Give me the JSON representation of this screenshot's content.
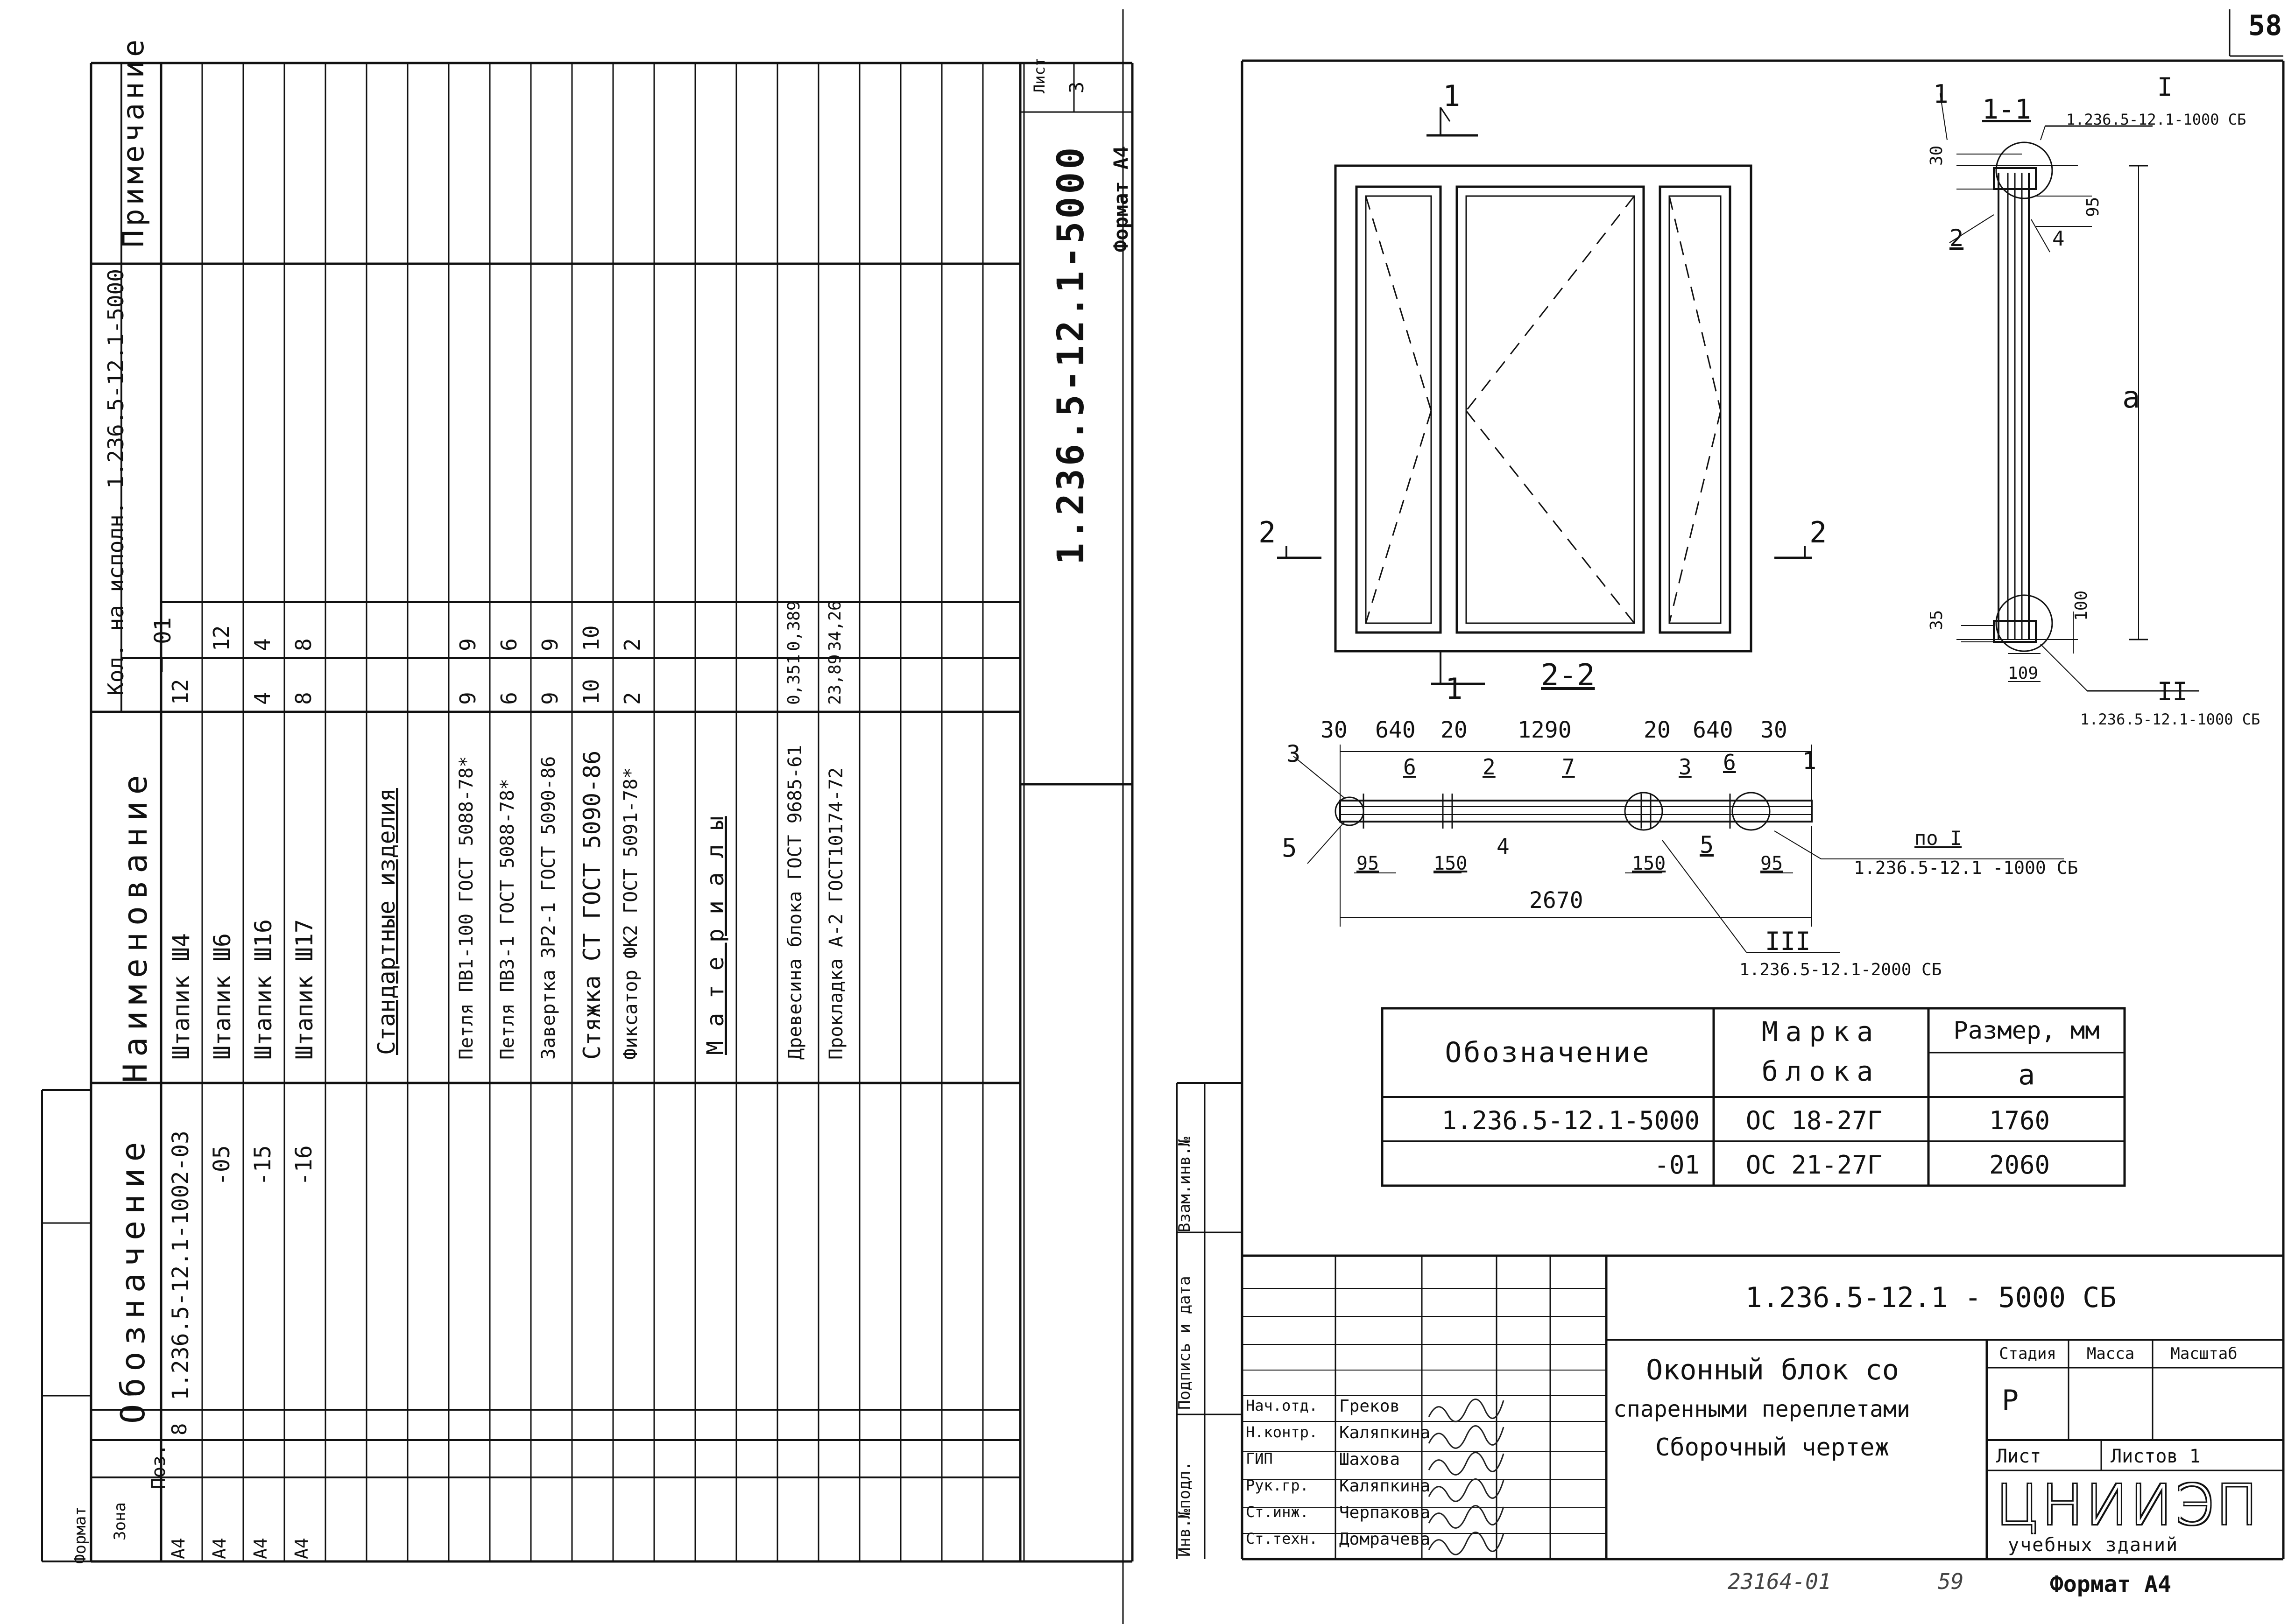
{
  "page_number_top": "58",
  "left_sheet": {
    "headers": {
      "format_col": "Формат",
      "zone_col": "Зона",
      "pos_col": "Поз.",
      "designation": "Обозначение",
      "name": "Наименование",
      "qty_group": "Кол. на исполн. 1.236.5-12.1-5000",
      "qty_minus": "–",
      "qty_01": "01",
      "note": "Примечание"
    },
    "rows": [
      {
        "fmt": "А4",
        "pos": "8",
        "designation": "1.236.5-12.1-1002-03",
        "name": "Штапик Ш4",
        "q1": "12",
        "q2": ""
      },
      {
        "fmt": "А4",
        "pos": "",
        "designation": "-05",
        "name": "Штапик Ш6",
        "q1": "",
        "q2": "12"
      },
      {
        "fmt": "А4",
        "pos": "",
        "designation": "-15",
        "name": "Штапик Ш16",
        "q1": "4",
        "q2": "4"
      },
      {
        "fmt": "А4",
        "pos": "",
        "designation": "-16",
        "name": "Штапик Ш17",
        "q1": "8",
        "q2": "8"
      },
      {
        "fmt": "",
        "pos": "",
        "designation": "",
        "name": "",
        "q1": "",
        "q2": ""
      },
      {
        "fmt": "",
        "pos": "",
        "designation": "",
        "name": "Стандартные изделия",
        "q1": "",
        "q2": "",
        "underline": true
      },
      {
        "fmt": "",
        "pos": "",
        "designation": "",
        "name": "",
        "q1": "",
        "q2": ""
      },
      {
        "fmt": "",
        "pos": "",
        "designation": "",
        "name": "Петля ПВ1-100 ГОСТ 5088-78*",
        "q1": "9",
        "q2": "9"
      },
      {
        "fmt": "",
        "pos": "",
        "designation": "",
        "name": "Петля ПВ3-1 ГОСТ 5088-78*",
        "q1": "6",
        "q2": "6"
      },
      {
        "fmt": "",
        "pos": "",
        "designation": "",
        "name": "Завертка ЗР2-1 ГОСТ 5090-86",
        "q1": "9",
        "q2": "9"
      },
      {
        "fmt": "",
        "pos": "",
        "designation": "",
        "name": "Стяжка СТ ГОСТ 5090-86",
        "q1": "10",
        "q2": "10"
      },
      {
        "fmt": "",
        "pos": "",
        "designation": "",
        "name": "Фиксатор ФК2 ГОСТ 5091-78*",
        "q1": "2",
        "q2": "2"
      },
      {
        "fmt": "",
        "pos": "",
        "designation": "",
        "name": "",
        "q1": "",
        "q2": ""
      },
      {
        "fmt": "",
        "pos": "",
        "designation": "",
        "name": "М а т е р и а л ы",
        "q1": "",
        "q2": "",
        "underline": true
      },
      {
        "fmt": "",
        "pos": "",
        "designation": "",
        "name": "",
        "q1": "",
        "q2": ""
      },
      {
        "fmt": "",
        "pos": "",
        "designation": "",
        "name": "Древесина блока ГОСТ 9685-61",
        "q1": "0,351",
        "q2": "0,389"
      },
      {
        "fmt": "",
        "pos": "",
        "designation": "",
        "name": "Прокладка А-2 ГОСТ10174-72",
        "q1": "23,89",
        "q2": "34,26"
      },
      {
        "fmt": "",
        "pos": "",
        "designation": "",
        "name": "",
        "q1": "",
        "q2": ""
      },
      {
        "fmt": "",
        "pos": "",
        "designation": "",
        "name": "",
        "q1": "",
        "q2": ""
      },
      {
        "fmt": "",
        "pos": "",
        "designation": "",
        "name": "",
        "q1": "",
        "q2": ""
      },
      {
        "fmt": "",
        "pos": "",
        "designation": "",
        "name": "",
        "q1": "",
        "q2": ""
      }
    ],
    "stamp_designation": "1.236.5-12.1-5000",
    "sheet_label": "Лист",
    "sheet_number": "3",
    "format_label": "Формат А4"
  },
  "right_sheet": {
    "side_labels": [
      "Инв.№подл.",
      "Подпись и дата",
      "Взам.инв.№"
    ],
    "drawing": {
      "section_1_label": "1",
      "section_2_label": "2",
      "section_2_2_title": "2-2",
      "section_1_1_title": "1-1",
      "detail_I_label": "I",
      "detail_I_ref": "1.236.5-12.1-1000 СБ",
      "detail_II_label": "II",
      "detail_II_ref": "1.236.5-12.1-1000 СБ",
      "detail_III_label": "III",
      "detail_III_ref": "1.236.5-12.1-2000 СБ",
      "po_I_label": "по I",
      "po_I_ref": "1.236.5-12.1 -1000 СБ",
      "dim_a": "a",
      "dims_side": [
        "30",
        "95",
        "35",
        "100",
        "109"
      ],
      "dims_plan_top": [
        "30",
        "640",
        "20",
        "1290",
        "20",
        "640",
        "30"
      ],
      "dims_plan_bottom": [
        "95",
        "150",
        "150",
        "95"
      ],
      "dim_total": "2670",
      "callouts": [
        "1",
        "2",
        "3",
        "4",
        "5",
        "6",
        "7"
      ]
    },
    "variant_table": {
      "col1": "Обозначение",
      "col2_line1": "Марка",
      "col2_line2": "блока",
      "col3": "Размер, мм",
      "col3_sub": "a",
      "rows": [
        {
          "des": "1.236.5-12.1-5000",
          "mark": "ОС 18-27Г",
          "size": "1760"
        },
        {
          "des": "-01",
          "mark": "ОС 21-27Г",
          "size": "2060"
        }
      ]
    },
    "title_block": {
      "designation": "1.236.5-12.1 - 5000 СБ",
      "title_line1": "Оконный блок со",
      "title_line2": "спаренными переплетами",
      "title_line3": "Сборочный чертеж",
      "stage_label": "Стадия",
      "mass_label": "Масса",
      "scale_label": "Масштаб",
      "stage_value": "Р",
      "sheet_label": "Лист",
      "sheets_label": "Листов 1",
      "org_line1": "ЦНИИЭП",
      "org_line2": "учебных зданий",
      "staff": [
        {
          "role": "Нач.отд.",
          "name": "Греков"
        },
        {
          "role": "Н.контр.",
          "name": "Каляпкина"
        },
        {
          "role": "ГИП",
          "name": "Шахова"
        },
        {
          "role": "Рук.гр.",
          "name": "Каляпкина"
        },
        {
          "role": "Ст.инж.",
          "name": "Черпакова"
        },
        {
          "role": "Ст.техн.",
          "name": "Домрачева"
        }
      ]
    },
    "bottom_left_number": "23164-01",
    "bottom_mid_number": "59",
    "format_label": "Формат А4"
  }
}
